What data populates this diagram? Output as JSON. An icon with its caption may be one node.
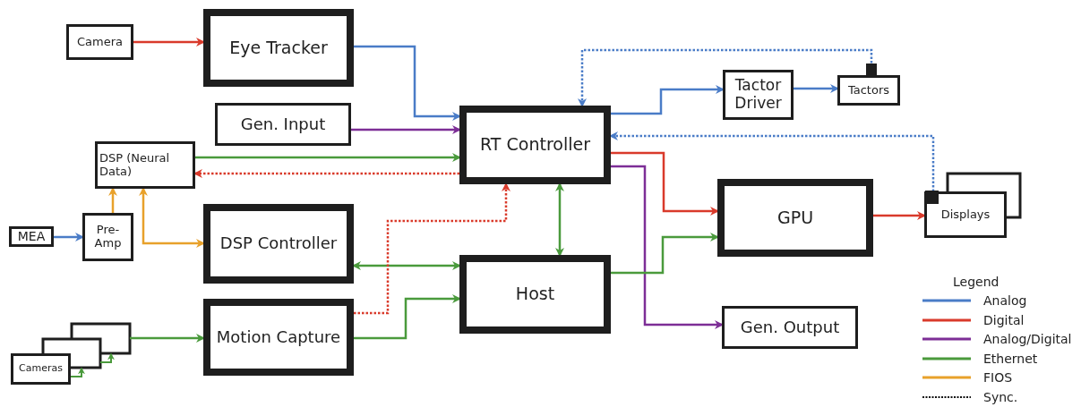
{
  "diagram": {
    "nodes": [
      {
        "text": [
          "Camera"
        ]
      },
      {
        "text": [
          "Eye Tracker"
        ]
      },
      {
        "text": [
          "Gen. Input"
        ]
      },
      {
        "text": [
          "DSP (Neural Data)"
        ]
      },
      {
        "text": [
          "RT Controller"
        ]
      },
      {
        "text": [
          "Tactor Driver"
        ]
      },
      {
        "text": [
          "Tactors"
        ]
      },
      {
        "text": [
          "MEA"
        ]
      },
      {
        "text": [
          "Pre- Amp"
        ]
      },
      {
        "text": [
          "DSP Controller"
        ]
      },
      {
        "text": [
          "Host"
        ]
      },
      {
        "text": [
          "GPU"
        ]
      },
      {
        "text": [
          "Displays"
        ]
      },
      {
        "text": [
          "Motion Capture"
        ]
      },
      {
        "text": [
          "Gen. Output"
        ]
      },
      {
        "text": [
          "Cameras"
        ]
      }
    ],
    "edges": [
      {
        "from": 0,
        "to": 1,
        "arrow": "to",
        "color": "#d93a2b"
      },
      {
        "from": 1,
        "to": 4,
        "arrow": "to",
        "color": "#4a7cc7"
      },
      {
        "from": 2,
        "to": 4,
        "arrow": "to",
        "color": "#7d2e96"
      },
      {
        "from": 3,
        "to": 4,
        "arrow": "to",
        "color": "#4a9a3c"
      },
      {
        "from": 4,
        "to": 3,
        "arrow": "to",
        "style": "dashed",
        "color": "#d93a2b"
      },
      {
        "from": 4,
        "to": 5,
        "arrow": "to",
        "color": "#4a7cc7"
      },
      {
        "from": 5,
        "to": 6,
        "arrow": "to",
        "color": "#4a7cc7"
      },
      {
        "from": 6,
        "to": 4,
        "arrow": "to",
        "style": "dashed",
        "color": "#4a7cc7"
      },
      {
        "from": 12,
        "to": 4,
        "arrow": "to",
        "style": "dashed",
        "color": "#4a7cc7"
      },
      {
        "from": 4,
        "to": 11,
        "arrow": "to",
        "color": "#d93a2b"
      },
      {
        "from": 4,
        "to": 14,
        "arrow": "to",
        "color": "#7d2e96"
      },
      {
        "from": 4,
        "to": 10,
        "arrow": "both",
        "color": "#4a9a3c"
      },
      {
        "from": 11,
        "to": 12,
        "arrow": "to",
        "color": "#d93a2b"
      },
      {
        "from": 7,
        "to": 8,
        "arrow": "to",
        "color": "#4a7cc7"
      },
      {
        "from": 8,
        "to": 3,
        "arrow": "to",
        "color": "#e8a12b"
      },
      {
        "from": 9,
        "to": 3,
        "arrow": "both",
        "color": "#e8a12b"
      },
      {
        "from": 9,
        "to": 10,
        "arrow": "both",
        "color": "#4a9a3c"
      },
      {
        "from": 13,
        "to": 4,
        "arrow": "to",
        "style": "dashed",
        "color": "#d93a2b"
      },
      {
        "from": 13,
        "to": 10,
        "arrow": "to",
        "color": "#4a9a3c"
      },
      {
        "from": 15,
        "to": 13,
        "arrow": "to",
        "color": "#4a9a3c"
      },
      {
        "from": 10,
        "to": 11,
        "arrow": "to",
        "color": "#4a9a3c"
      }
    ],
    "labels": [
      "Legend"
    ],
    "legend": [
      {
        "text": "Analog",
        "color": "#4a7cc7"
      },
      {
        "text": "Digital",
        "color": "#d93a2b"
      },
      {
        "text": "Analog/Digital",
        "color": "#7d2e96"
      },
      {
        "text": "Ethernet",
        "color": "#4a9a3c"
      },
      {
        "text": "FIOS",
        "color": "#e8a12b"
      },
      {
        "text": "Sync."
      }
    ]
  }
}
